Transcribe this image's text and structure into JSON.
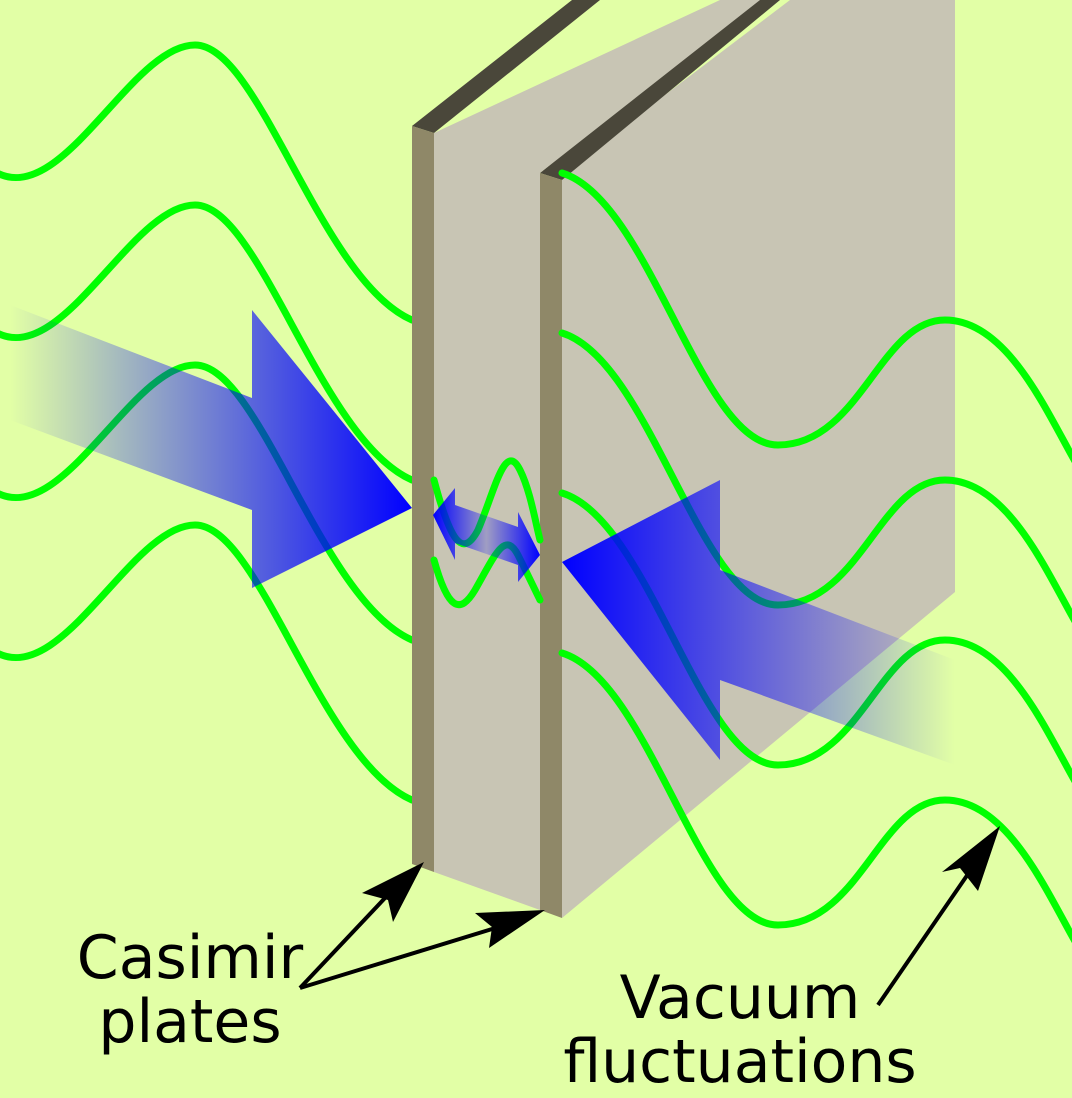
{
  "colors": {
    "background": "#e2ffa6",
    "wave": "#00ff00",
    "plate_face": "#c8c5b4",
    "plate_edge": "#8f8868",
    "plate_top": "#4a473a",
    "arrow": "#0000ff"
  },
  "labels": {
    "plates_line1": "Casimir",
    "plates_line2": "plates",
    "vacuum_line1": "Vacuum",
    "vacuum_line2": "fluctuations"
  }
}
